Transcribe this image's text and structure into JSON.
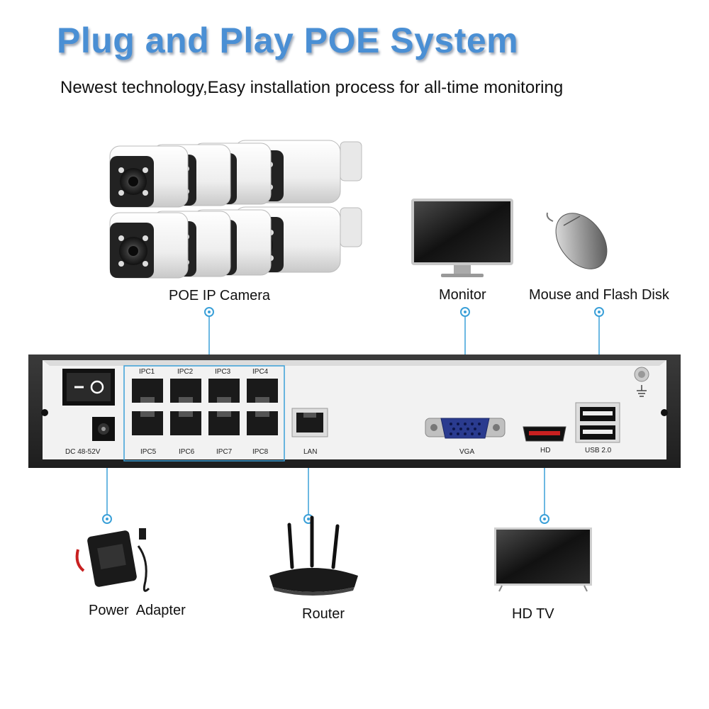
{
  "header": {
    "title": "Plug and Play POE System",
    "subtitle": "Newest technology,Easy installation process for all-time monitoring"
  },
  "devices": {
    "cameras": "POE IP Camera",
    "monitor": "Monitor",
    "mouse": "Mouse and Flash Disk",
    "power": "Power  Adapter",
    "router": "Router",
    "tv": "HD TV"
  },
  "nvr": {
    "ports_top": [
      "IPC1",
      "IPC2",
      "IPC3",
      "IPC4"
    ],
    "ports_bottom": [
      "IPC5",
      "IPC6",
      "IPC7",
      "IPC8"
    ],
    "dc": "DC 48-52V",
    "lan": "LAN",
    "vga": "VGA",
    "hd": "HD",
    "usb": "USB 2.0"
  },
  "colors": {
    "title": "#4a8fd4",
    "connector": "#3ba0d8",
    "nvr_body": "#2b2b2b"
  }
}
